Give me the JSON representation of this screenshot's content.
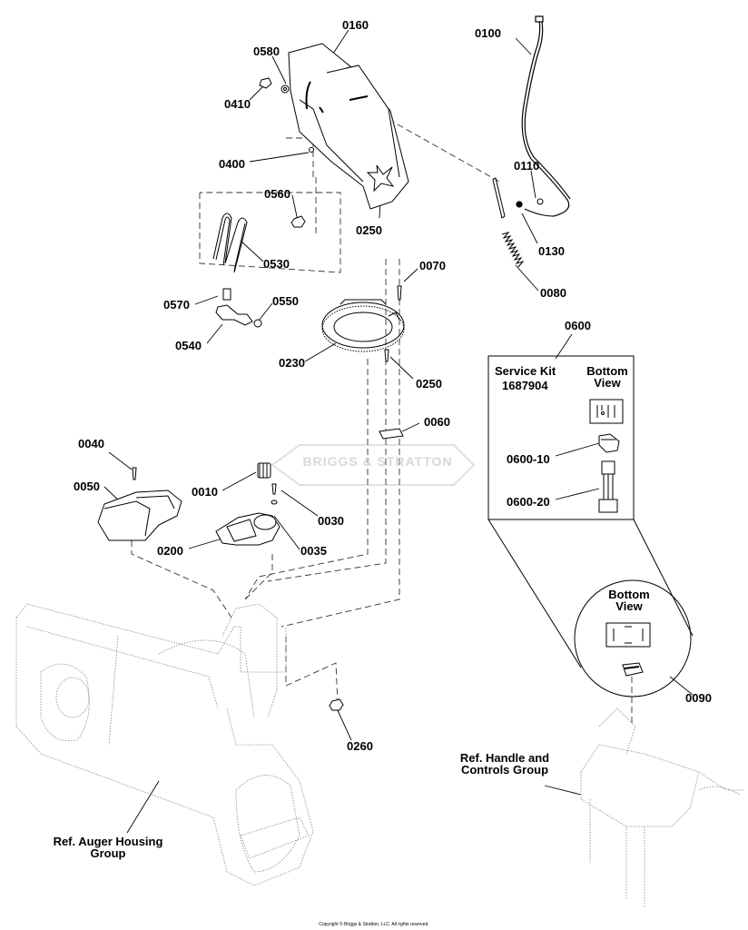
{
  "parts": {
    "p0160": "0160",
    "p0100": "0100",
    "p0580": "0580",
    "p0410": "0410",
    "p0400": "0400",
    "p0560": "0560",
    "p0250a": "0250",
    "p0110": "0110",
    "p0130": "0130",
    "p0530": "0530",
    "p0070": "0070",
    "p0080": "0080",
    "p0570": "0570",
    "p0550": "0550",
    "p0540": "0540",
    "p0230": "0230",
    "p0250b": "0250",
    "p0060": "0060",
    "p0040": "0040",
    "p0050": "0050",
    "p0010": "0010",
    "p0030": "0030",
    "p0200": "0200",
    "p0035": "0035",
    "p0260": "0260",
    "p0600": "0600",
    "p0600_10": "0600-10",
    "p0600_20": "0600-20",
    "p0090": "0090"
  },
  "service_kit": {
    "title": "Service Kit",
    "number": "1687904",
    "bottom_view": "Bottom View"
  },
  "inset_bottom_view": "Bottom View",
  "refs": {
    "auger": "Ref. Auger Housing Group",
    "handle": "Ref. Handle and Controls Group"
  },
  "watermark": "BRIGGS & STRATTON",
  "copyright": "Copyright © Briggs & Stratton, LLC. All rights reserved."
}
